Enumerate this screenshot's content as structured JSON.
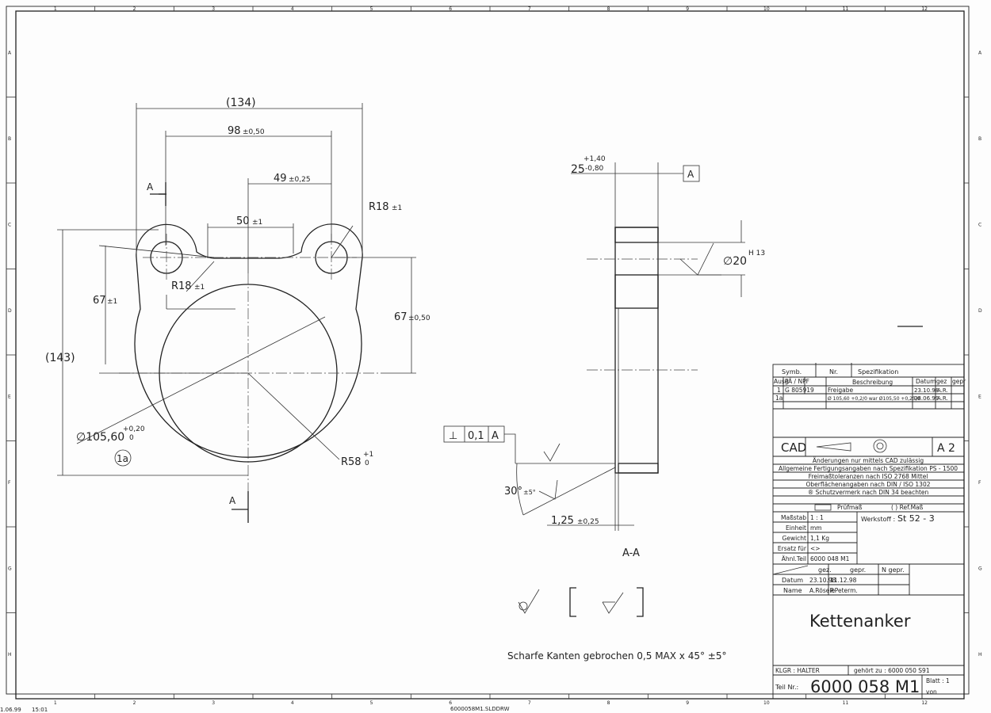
{
  "border": {
    "cols": [
      "1",
      "2",
      "3",
      "4",
      "5",
      "6",
      "7",
      "8",
      "9",
      "10",
      "11",
      "12"
    ],
    "rows": [
      "A",
      "B",
      "C",
      "D",
      "E",
      "F",
      "G",
      "H"
    ]
  },
  "footer": {
    "date": "1.06.99",
    "time": "15:01",
    "file": "6000058M1.SLDDRW"
  },
  "front_view": {
    "dims": {
      "overall_width": "(134)",
      "width_98": "98",
      "tol_98": "±0,50",
      "width_49": "49",
      "tol_49": "±0,25",
      "width_50": "50",
      "tol_50": "±1",
      "r18_right": "R18",
      "tol_r18_right": "±1",
      "r18_left": "R18",
      "tol_r18_left": "±1",
      "h67_left": "67",
      "tol_67_left": "±1",
      "h67_right": "67",
      "tol_67_right": "±0,50",
      "overall_height": "(143)",
      "dia": "∅105,60",
      "dia_tol_upper": "+0,20",
      "dia_tol_lower": "0",
      "r58": "R58",
      "r58_tol_upper": "+1",
      "r58_tol_lower": "0",
      "revision_bubble": "1a",
      "section_a_top": "A",
      "section_a_bottom": "A"
    }
  },
  "section_view": {
    "thickness": "25",
    "thk_upper": "+1,40",
    "thk_lower": "-0,80",
    "datum": "A",
    "bore": "∅20",
    "bore_fit": "H 13",
    "fcf_symbol": "⊥",
    "fcf_value": "0,1",
    "fcf_datum": "A",
    "chamfer_angle": "30°",
    "chamfer_tol": "±5°",
    "chamfer": "1,25",
    "chamfer_len_tol": "±0,25",
    "label": "A-A"
  },
  "note": "Scharfe Kanten gebrochen 0,5 MAX x 45°  ±5°",
  "title_block": {
    "rev_header": {
      "symb": "Symb.",
      "nr": "Nr.",
      "spec": "Spezifikation"
    },
    "rev_cols": [
      "Ausg",
      "PÄ / NPF",
      "Beschreibung",
      "Datum",
      "gez",
      "gepr"
    ],
    "revisions": [
      {
        "ausg": "1",
        "pa": "G 805919",
        "desc": "Freigabe",
        "date": "23.10.98",
        "gez": "A.R."
      },
      {
        "ausg": "1a",
        "pa": "",
        "desc": "Ø 105,60 +0,2/0 war Ø105,50 +0,25/0",
        "date": "08.06.99",
        "gez": "A.R."
      }
    ],
    "cad": "CAD",
    "format": "A 2",
    "notes": [
      "Änderungen nur mittels CAD zulässig",
      "Allgemeine Fertigungsangaben nach Spezifikation PS - 1500",
      "Freimaßtoleranzen nach ISO 2768 Mittel",
      "Oberflächenangaben nach DIN / ISO 1302",
      "® Schutzvermerk nach DIN 34 beachten"
    ],
    "pruefmass": "Prüfmaß",
    "refmass": "(     ) Ref.Maß",
    "props": [
      {
        "k": "Maßstab",
        "v": "1 : 1"
      },
      {
        "k": "Einheit",
        "v": "mm"
      },
      {
        "k": "Gewicht",
        "v": "1,1 Kg"
      },
      {
        "k": "Ersatz für",
        "v": "<>"
      },
      {
        "k": "Ähnl.Teil",
        "v": "6000 048 M1"
      }
    ],
    "werkstoff_label": "Werkstoff :",
    "werkstoff": "St 52 - 3",
    "sig_cols": [
      "gez.",
      "gepr.",
      "N gepr."
    ],
    "datum_label": "Datum",
    "datum": [
      "23.10.98",
      "11.12.98"
    ],
    "name_label": "Name",
    "names": [
      "A.Röseie",
      "P.Peterm."
    ],
    "title": "Kettenanker",
    "klgr": "KLGR :  HALTER",
    "gehoert": "gehört zu :  6000 050 S91",
    "teil_label": "Teil Nr.:",
    "teil": "6000 058 M1",
    "blatt": "Blatt :  1",
    "von": "von"
  }
}
